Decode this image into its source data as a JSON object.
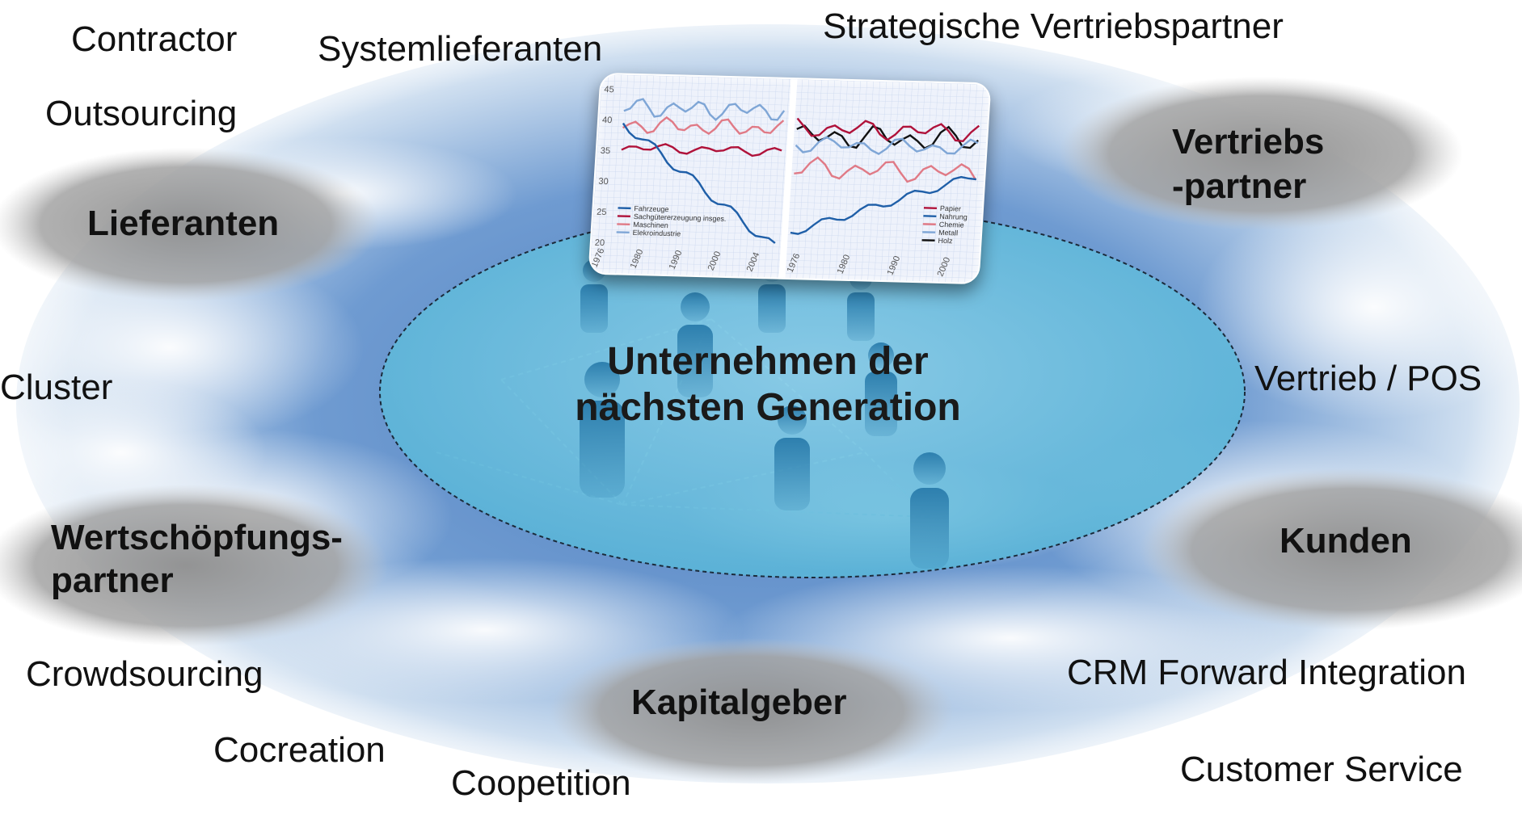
{
  "center": {
    "line1": "Unternehmen der",
    "line2": "nächsten Generation"
  },
  "clusters": {
    "lieferanten": "Lieferanten",
    "vertriebspartner_line1": "Vertriebs",
    "vertriebspartner_line2": "-partner",
    "wertschoepfung_line1": "Wertschöpfungs-",
    "wertschoepfung_line2": "partner",
    "kunden": "Kunden",
    "kapitalgeber": "Kapitalgeber"
  },
  "terms": {
    "contractor": "Contractor",
    "systemlieferanten": "Systemlieferanten",
    "strategische": "Strategische Vertriebspartner",
    "outsourcing": "Outsourcing",
    "cluster": "Cluster",
    "vertrieb_pos": "Vertrieb / POS",
    "crowdsourcing": "Crowdsourcing",
    "cocreation": "Cocreation",
    "coopetition": "Coopetition",
    "crm": "CRM Forward Integration",
    "customer_service": "Customer Service"
  },
  "chart_thumbnail": {
    "left_axis_ticks": [
      "45",
      "40",
      "35",
      "30",
      "25",
      "20"
    ],
    "left_legend": [
      "Fahrzeuge",
      "Sachgütererzeugung insges.",
      "Maschinen",
      "Elekroindustrie"
    ],
    "right_legend": [
      "Papier",
      "Nahrung",
      "Chemie",
      "Metall",
      "Holz"
    ],
    "left_x_ticks": [
      "1976",
      "1980",
      "1990",
      "2000",
      "2004"
    ],
    "right_x_ticks": [
      "1976",
      "1980",
      "1990",
      "2000"
    ],
    "colors": {
      "blue_dark": "#1f5fa8",
      "red": "#b0123a",
      "pink": "#e07a86",
      "light_blue": "#7fa6d6",
      "black": "#111111"
    }
  },
  "colors": {
    "sky": "#5f8fc9",
    "ellipse_fill": "#73c3e0",
    "cluster_gray": "#9a9a9a"
  }
}
